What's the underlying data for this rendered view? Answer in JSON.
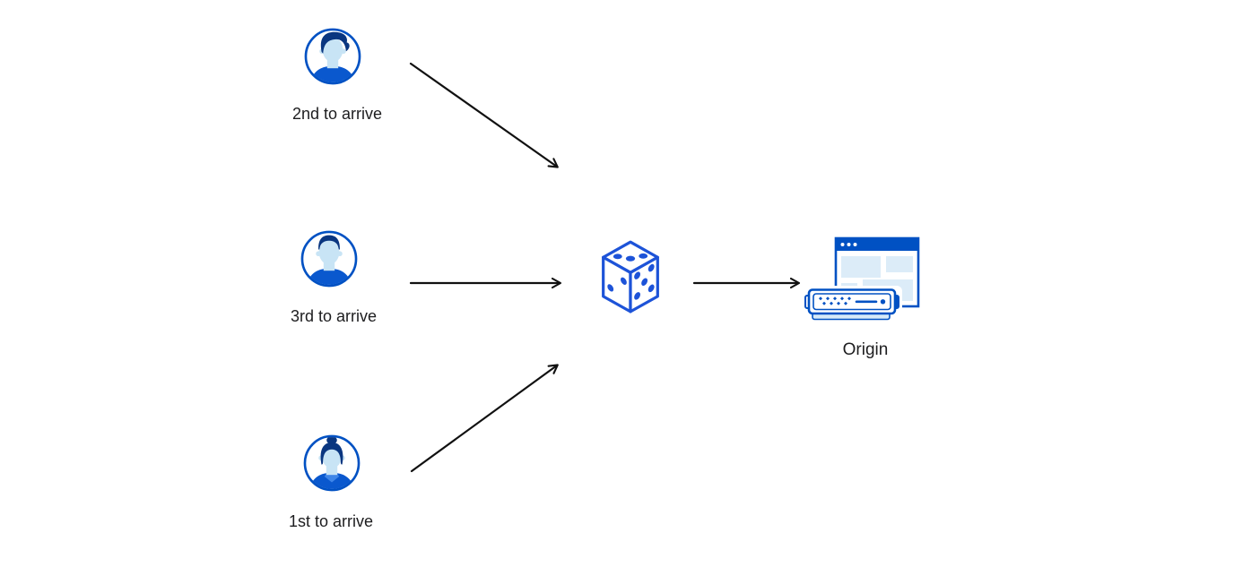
{
  "page": {
    "background": "#ffffff",
    "description": "Load-balancing random steering diagram: three clients send requests through a dice (random selection) to an origin server"
  },
  "colors": {
    "primary_blue": "#0051c3",
    "dice_blue": "#1d53d8",
    "dark_hair_blue": "#0a3680",
    "face_light_blue": "#c8e4f5",
    "shirt_blue": "#0a58ce",
    "panel_light_blue": "#dcecf8",
    "server_base_blue": "#d7eaf8",
    "arrow_black": "#111111",
    "label_text": "#1d1d1f"
  },
  "diagram": {
    "clients": [
      {
        "id": "client-2nd",
        "label": "2nd to arrive",
        "avatar": "man-swept-hair-avatar"
      },
      {
        "id": "client-3rd",
        "label": "3rd to arrive",
        "avatar": "man-short-hair-avatar"
      },
      {
        "id": "client-1st",
        "label": "1st to arrive",
        "avatar": "woman-bun-hair-avatar"
      }
    ],
    "selector": {
      "id": "dice",
      "icon": "dice-icon",
      "pips": {
        "top_face": 3,
        "left_face": 2,
        "right_face": 5
      }
    },
    "origin": {
      "id": "origin",
      "label": "Origin",
      "icon": "browser-window-and-server-icon"
    },
    "arrows": [
      {
        "from": "client-2nd",
        "to": "dice"
      },
      {
        "from": "client-3rd",
        "to": "dice"
      },
      {
        "from": "client-1st",
        "to": "dice"
      },
      {
        "from": "dice",
        "to": "origin"
      }
    ]
  }
}
